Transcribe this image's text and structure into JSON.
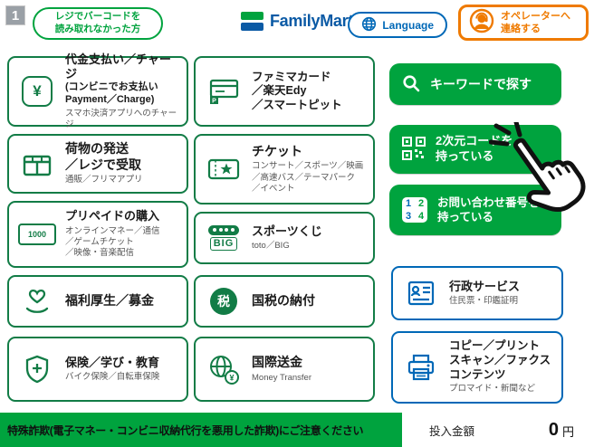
{
  "colors": {
    "green": "#00a33e",
    "dark_green": "#127c46",
    "blue": "#0068b7",
    "brand_blue": "#0b5aa5",
    "orange": "#ef7a00"
  },
  "header": {
    "step": "1",
    "barcode_button": {
      "line1": "レジでバーコードを",
      "line2": "読み取れなかった方"
    },
    "brand": "FamilyMart",
    "language_label": "Language",
    "operator_button": {
      "line1": "オペレーターへ",
      "line2": "連絡する"
    }
  },
  "menu_left": [
    {
      "icon_text": "¥",
      "title": "代金支払い／チャージ",
      "sub1": "(コンビニでお支払い",
      "sub2": "Payment／Charge)",
      "note": "スマホ決済アプリへのチャージ"
    },
    {
      "title1": "荷物の発送",
      "title2": "／レジで受取",
      "note": "通販／フリマアプリ"
    },
    {
      "icon_text": "1000",
      "title": "プリペイドの購入",
      "note1": "オンラインマネー／通信",
      "note2": "／ゲームチケット",
      "note3": "／映像・音楽配信"
    },
    {
      "title": "福利厚生／募金"
    },
    {
      "title": "保険／学び・教育",
      "note": "バイク保険／自転車保険"
    }
  ],
  "menu_middle": [
    {
      "icon_text": "P",
      "title1": "ファミマカード",
      "title2": "／楽天Edy",
      "title3": "／スマートピット"
    },
    {
      "title": "チケット",
      "note1": "コンサート／スポーツ／映画",
      "note2": "／高速バス／テーマパーク",
      "note3": "／イベント"
    },
    {
      "icon_text": "BIG",
      "title": "スポーツくじ",
      "note": "toto／BIG"
    },
    {
      "icon_text": "税",
      "title": "国税の納付"
    },
    {
      "icon_text": "¥",
      "title": "国際送金",
      "note": "Money Transfer"
    }
  ],
  "actions": {
    "keyword_label": "キーワードで探す",
    "qr": {
      "line1": "2次元コードを",
      "line2": "持っている"
    },
    "inquiry": {
      "line1": "お問い合わせ番号を",
      "line2": "持っている",
      "d1": "1",
      "d2": "2",
      "d3": "3",
      "d4": "4"
    }
  },
  "services": [
    {
      "title": "行政サービス",
      "note": "住民票・印鑑証明"
    },
    {
      "title1": "コピー／プリント",
      "title2": "スキャン／ファクス",
      "title3": "コンテンツ",
      "note": "プロマイド・新聞など"
    }
  ],
  "footer": {
    "warning": "特殊詐欺(電子マネー・コンビニ収納代行を悪用した詐欺)にご注意ください",
    "amount_label": "投入金額",
    "amount_value": "0",
    "amount_unit": "円"
  }
}
